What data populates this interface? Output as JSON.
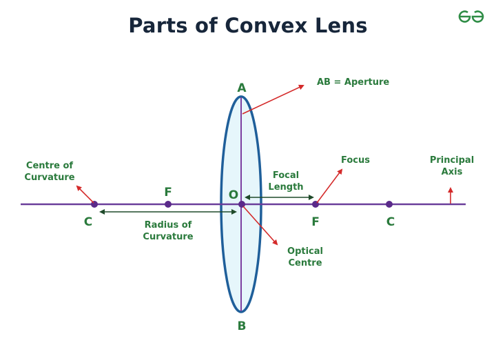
{
  "title": "Parts of Convex Lens",
  "logo": {
    "name": "geeksforgeeks-logo",
    "color": "#2f8d46"
  },
  "colors": {
    "title": "#17263a",
    "label": "#2a7a3c",
    "principal_axis": "#6a3d9a",
    "lens_outline": "#1f5f9a",
    "lens_fill": "#e6f6fb",
    "annotation_arrow": "#d42a2a",
    "dimension_arrow": "#1f4a2a"
  },
  "points": {
    "A": "A",
    "B": "B",
    "O": "O",
    "F_left": "F",
    "F_right": "F",
    "C_left": "C",
    "C_right": "C"
  },
  "annotations": {
    "aperture": "AB = Aperture",
    "centre_of_curvature_1": "Centre of",
    "centre_of_curvature_2": "Curvature",
    "radius_1": "Radius of",
    "radius_2": "Curvature",
    "focal_1": "Focal",
    "focal_2": "Length",
    "focus": "Focus",
    "optical_1": "Optical",
    "optical_2": "Centre",
    "principal_1": "Principal",
    "principal_2": "Axis"
  }
}
